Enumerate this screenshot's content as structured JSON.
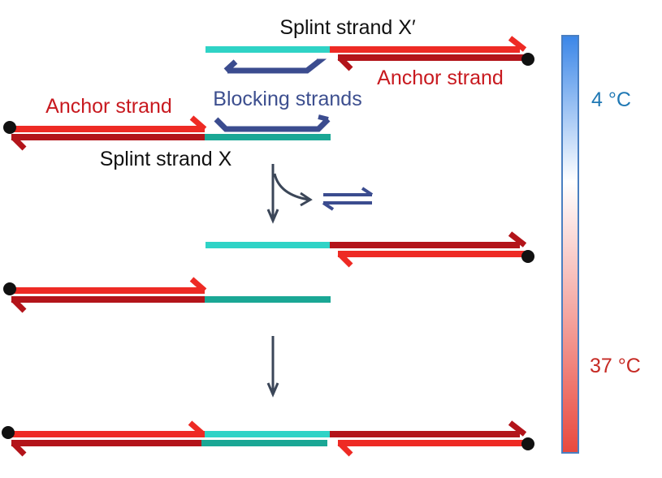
{
  "labels": {
    "splint_x_prime": "Splint strand X′",
    "anchor_top": "Anchor strand",
    "anchor_left": "Anchor strand",
    "blocking": "Blocking strands",
    "splint_x": "Splint strand X"
  },
  "thermometer": {
    "cold_label": "4 °C",
    "hot_label": "37 °C",
    "cold_color": "#3a86e8",
    "hot_color": "#e8493e"
  },
  "colors": {
    "anchor_light": "#ee2a24",
    "anchor_dark": "#b3141a",
    "splint_light": "#2fd3c6",
    "splint_dark": "#1aa795",
    "blocking": "#3b4c8f",
    "arrow": "#3b4658",
    "end_dot": "#111111",
    "anchor_text": "#c8191f",
    "blocking_text": "#3d4f8f",
    "cold_text": "#1f78b4",
    "hot_text": "#c62a24"
  }
}
